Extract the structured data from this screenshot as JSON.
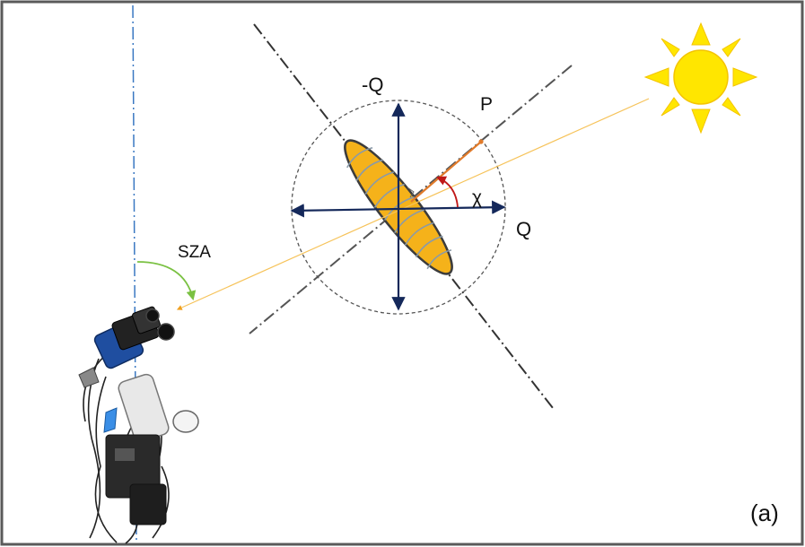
{
  "labels": {
    "neg_q": "-Q",
    "q": "Q",
    "p": "P",
    "chi": "χ",
    "sza": "SZA",
    "panel": "(a)"
  },
  "colors": {
    "frame": "#5a5a5a",
    "vertical_dashdot": "#3a78c2",
    "axis_arrows": "#14285a",
    "ellipse_fill": "#f5b21a",
    "ellipse_stroke": "#3c3c3c",
    "ellipse_bands": "#8a9aa8",
    "sun_ray": "#f6c35a",
    "p_vector": "#e07a2a",
    "chi_arc": "#c01818",
    "sza_arc": "#7ac142",
    "sun": "#ffe600",
    "dashdot_lines": "#333333",
    "circle": "#555555"
  },
  "icons": {
    "sun": "sun-icon",
    "instrument": "telescope-instrument-icon"
  }
}
